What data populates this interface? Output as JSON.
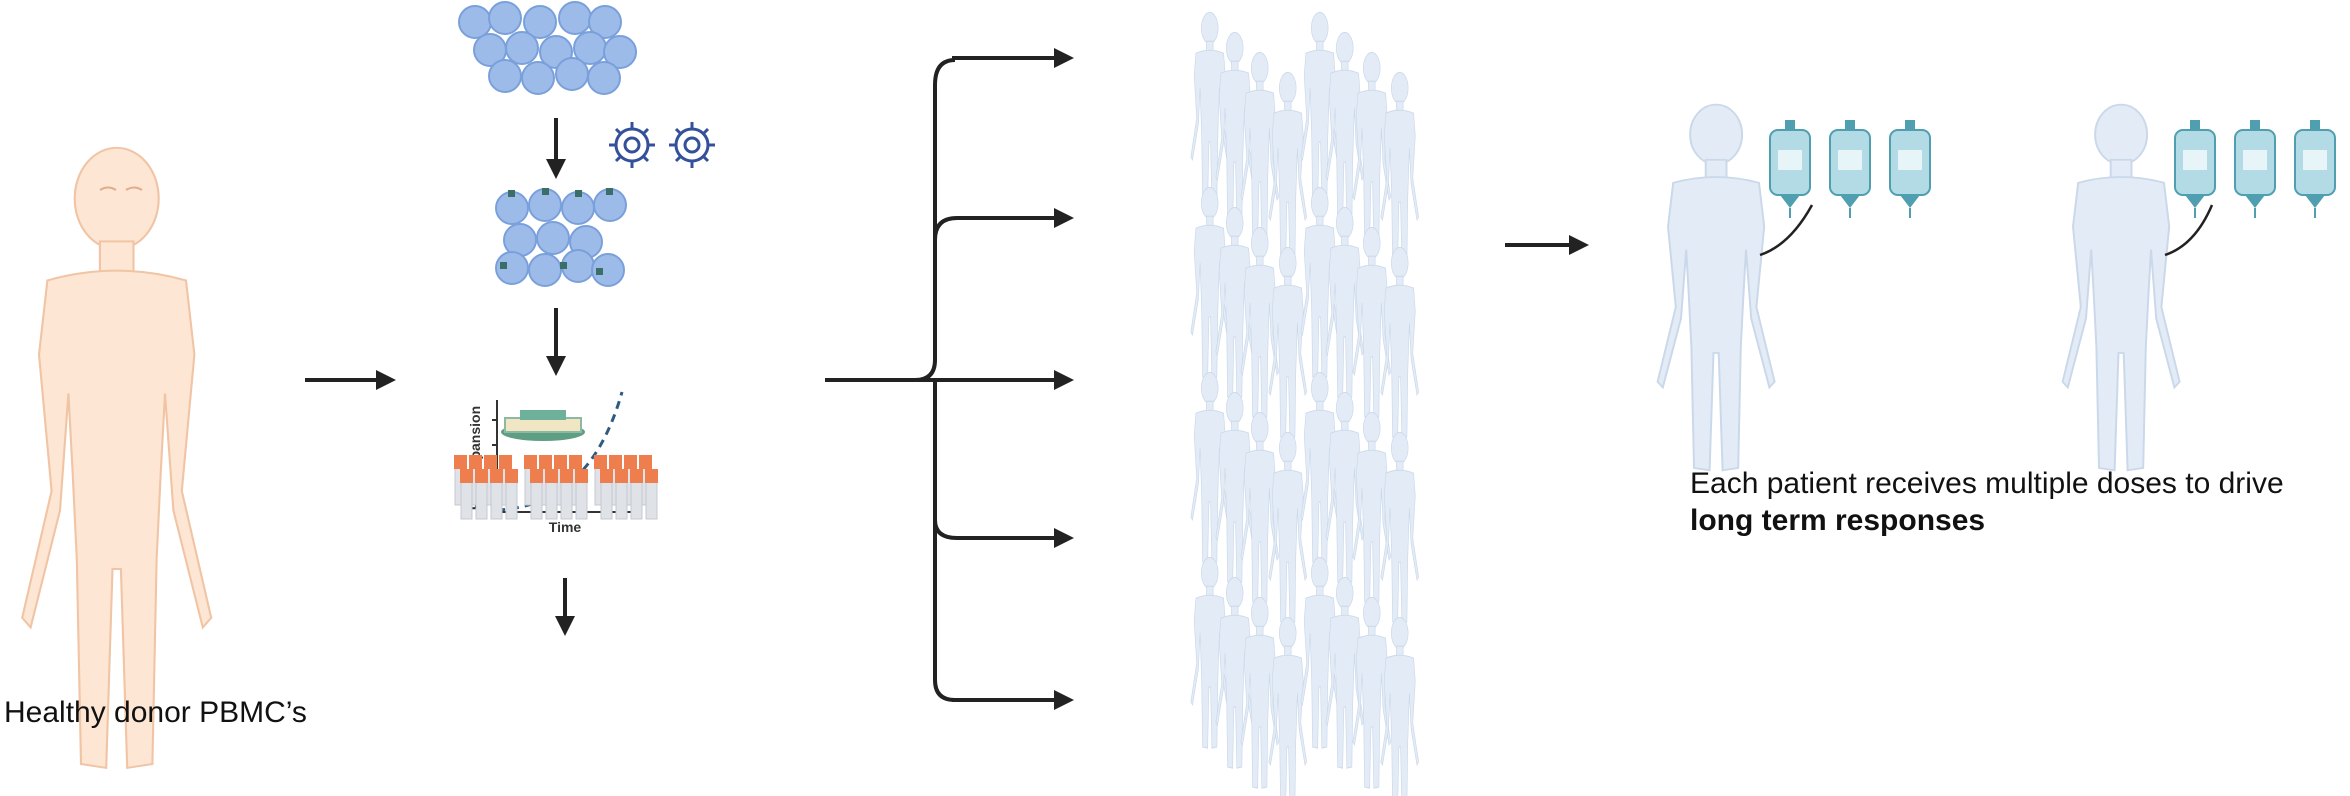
{
  "donor": {
    "label": "Healthy donor PBMC’s"
  },
  "expansion_plot": {
    "ylabel": "Fold Expansion",
    "xlabel": "Time"
  },
  "patients": {
    "caption_plain": "Each patient receives multiple doses to drive ",
    "caption_bold": "long term responses"
  },
  "colors": {
    "skin": "#fde6d3",
    "skin_outline": "#f0c4a4",
    "patient_fill": "#e2ebf6",
    "patient_outline": "#cad8ea",
    "cell": "#9cbbe8",
    "cell_dark": "#7aa0dc",
    "virus": "#35509a",
    "cap_orange": "#ee7e4e",
    "vial": "#dfe3e8",
    "bag": "#b3dbe5",
    "bag_dark": "#4f9fb0",
    "arrow": "#222222",
    "plot_dash": "#2f5b80",
    "bioreactor": "#5e9e84"
  }
}
